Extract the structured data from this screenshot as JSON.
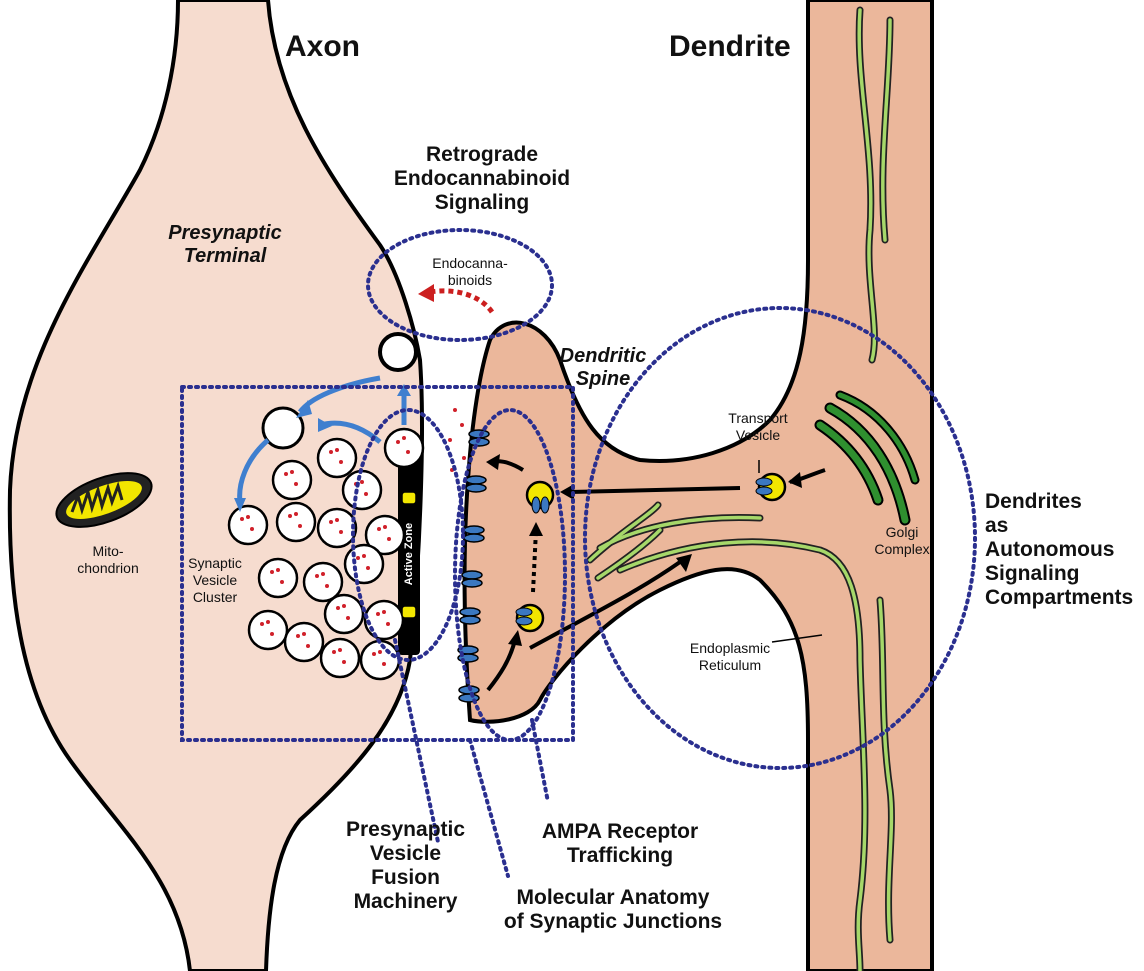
{
  "labels": {
    "axon": "Axon",
    "dendrite": "Dendrite",
    "presynaptic_terminal": "Presynaptic\nTerminal",
    "dendritic_spine": "Dendritic\nSpine",
    "retrograde": "Retrograde\nEndocannabinoid\nSignaling",
    "endocannabinoids": "Endocanna-\nbinoids",
    "transport_vesicle": "Transport\nVesicle",
    "golgi_complex": "Golgi\nComplex",
    "mitochondrion": "Mito-\nchondrion",
    "synaptic_vesicle_cluster": "Synaptic\nVesicle\nCluster",
    "active_zone": "Active Zone",
    "endoplasmic_reticulum": "Endoplasmic\nReticulum",
    "dendrites_autonomous": "Dendrites\nas\nAutonomous\nSignaling\nCompartments",
    "presynaptic_fusion": "Presynaptic\nVesicle\nFusion\nMachinery",
    "ampa_trafficking": "AMPA Receptor\nTrafficking",
    "molecular_anatomy": "Molecular Anatomy\nof Synaptic Junctions"
  },
  "colors": {
    "cell_light": "#f6dccf",
    "cell_dark": "#ebb79b",
    "outline": "#000000",
    "dotted_blue": "#2a2f8f",
    "arrow_blue": "#3f7fcf",
    "retro_red": "#cc1f1f",
    "vesicle_dot": "#d0202a",
    "er_green": "#a6d86a",
    "golgi_green": "#2f8f2f",
    "receptor_yellow": "#f2e600",
    "receptor_blue": "#3b78c0"
  }
}
